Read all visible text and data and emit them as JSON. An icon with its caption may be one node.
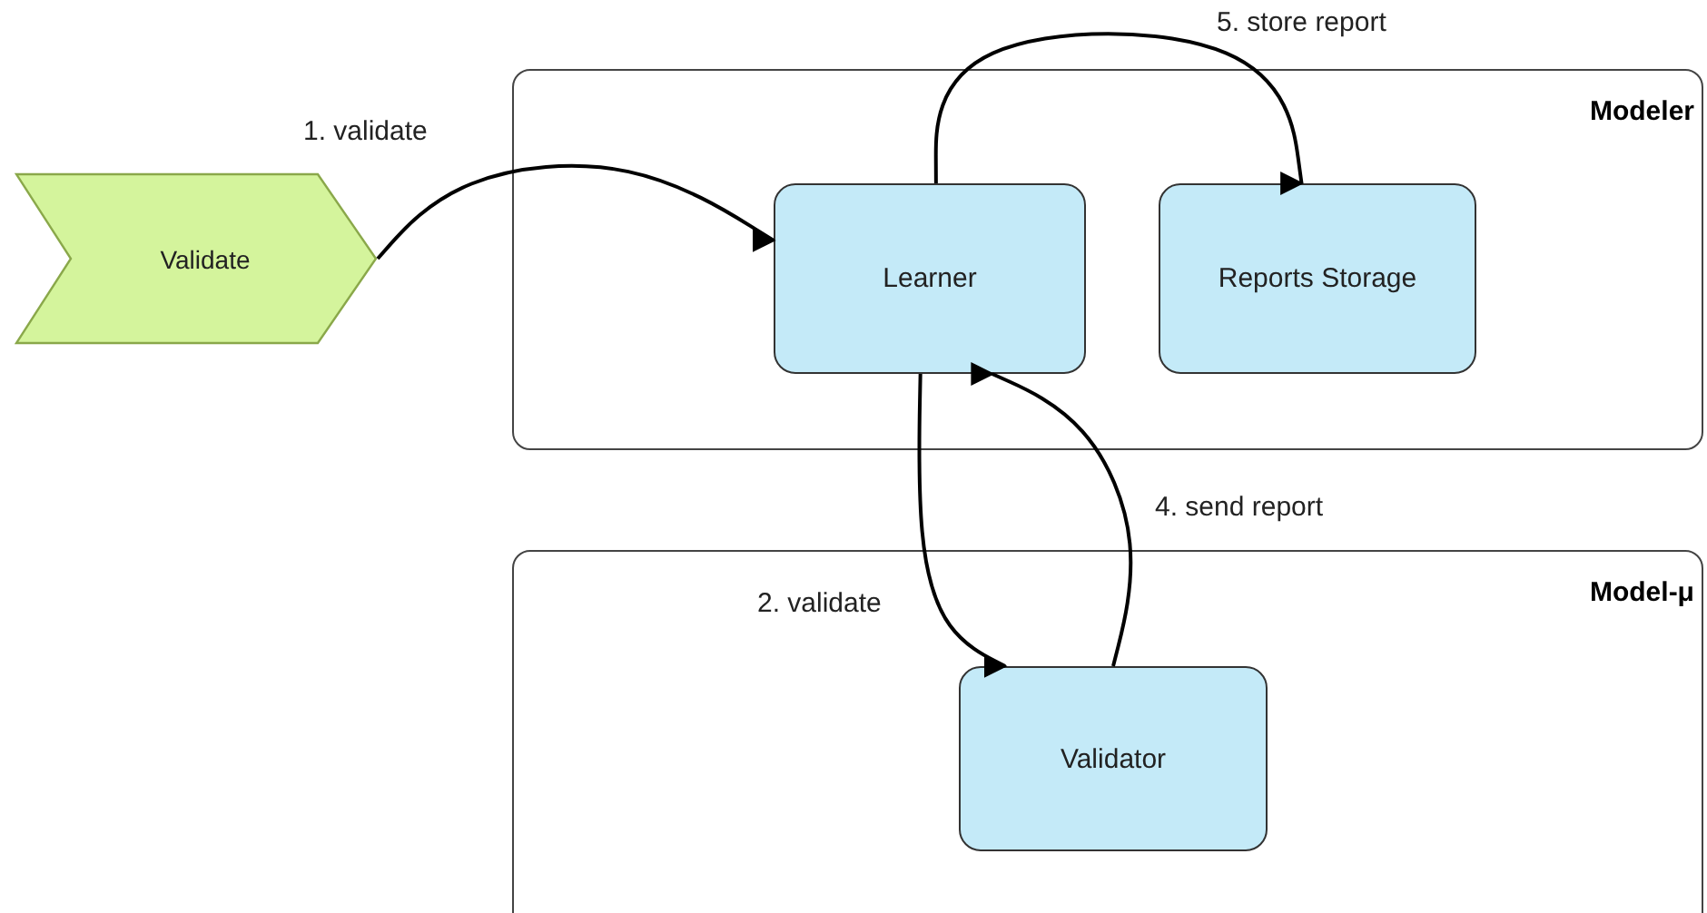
{
  "diagram": {
    "nodes": [
      {
        "text": [
          "Validate"
        ]
      },
      {
        "text": [
          "Modeler"
        ]
      },
      {
        "text": [
          "Learner"
        ],
        "in": 1
      },
      {
        "text": [
          "Reports Storage"
        ],
        "in": 1
      },
      {
        "text": [
          "Model-μ"
        ]
      },
      {
        "text": [
          "Validator"
        ],
        "in": 4
      }
    ],
    "edges": [
      {
        "from": 0,
        "to": 2,
        "arrow": "to",
        "label": "1. validate"
      },
      {
        "from": 2,
        "to": 5,
        "arrow": "to",
        "label": "2. validate"
      },
      {
        "from": 5,
        "to": 2,
        "arrow": "to",
        "label": "4. send report"
      },
      {
        "from": 2,
        "to": 3,
        "arrow": "to",
        "label": "5. store report"
      }
    ]
  }
}
